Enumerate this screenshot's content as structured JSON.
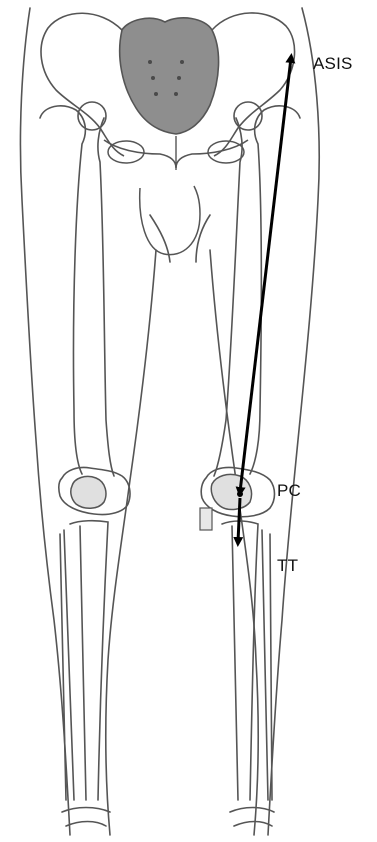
{
  "labels": {
    "asis": "ASIS",
    "pc": "PC",
    "tt": "TT"
  },
  "colors": {
    "outline": "#555555",
    "pelvis_fill": "#8e8e8e",
    "patella_fill": "#e0e0e0",
    "arrow": "#000000",
    "background": "#ffffff"
  }
}
